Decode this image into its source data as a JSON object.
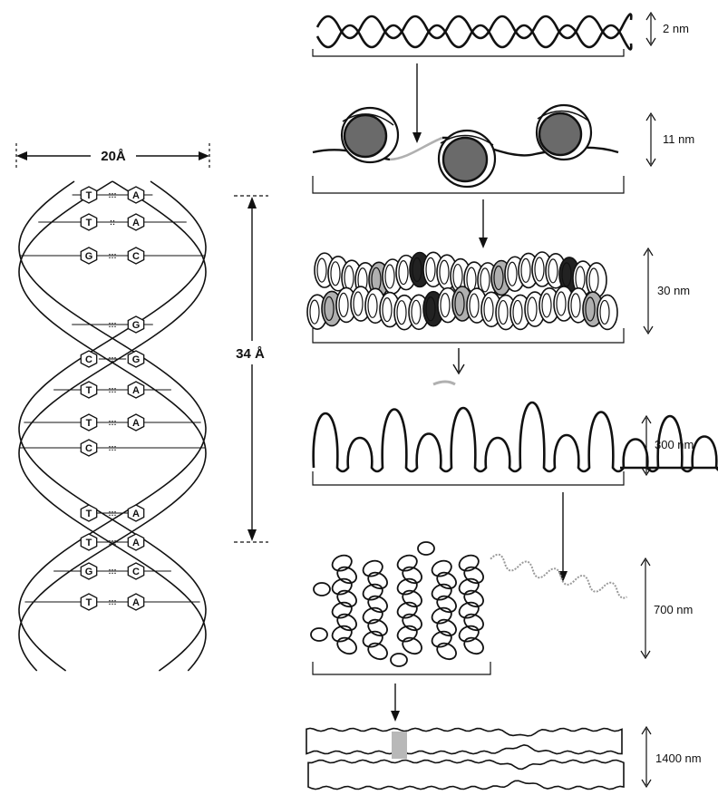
{
  "helix": {
    "width_label": "20Å",
    "pitch_label": "34 Å",
    "base_pairs": [
      {
        "left": "T",
        "bond": ":::",
        "right": "A"
      },
      {
        "left": "T",
        "bond": "::",
        "right": "A"
      },
      {
        "left": "G",
        "bond": ":::",
        "right": "C"
      },
      {
        "left": "",
        "bond": ":::",
        "right": "G"
      },
      {
        "left": "C",
        "bond": ":::",
        "right": "G"
      },
      {
        "left": "T",
        "bond": ":::",
        "right": "A"
      },
      {
        "left": "T",
        "bond": ":::",
        "right": "A"
      },
      {
        "left": "C",
        "bond": ":::",
        "right": ""
      },
      {
        "left": "T",
        "bond": ":::",
        "right": "A"
      },
      {
        "left": "T",
        "bond": ":::",
        "right": "A"
      },
      {
        "left": "G",
        "bond": ":::",
        "right": "C"
      },
      {
        "left": "T",
        "bond": ":::",
        "right": "A"
      }
    ]
  },
  "levels": [
    {
      "size_label": "2 nm"
    },
    {
      "size_label": "11 nm"
    },
    {
      "size_label": "30 nm"
    },
    {
      "size_label": "300 nm"
    },
    {
      "size_label": "700 nm"
    },
    {
      "size_label": "1400 nm"
    }
  ],
  "colors": {
    "ink": "#111111",
    "highlight": "#b0b0b0",
    "bead": "#555555"
  }
}
